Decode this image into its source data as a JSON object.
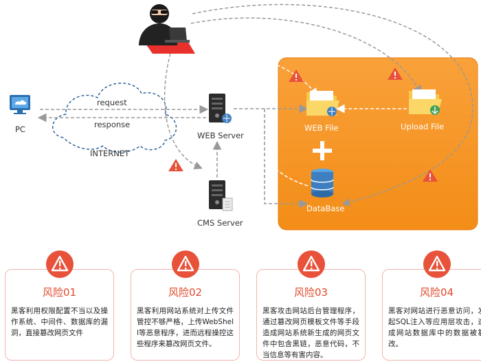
{
  "diagram": {
    "nodes": {
      "pc": "PC",
      "internet": "INTERNET",
      "web_server": "WEB Server",
      "cms_server": "CMS Server",
      "web_file": "WEB File",
      "upload_file": "Upload File",
      "database": "DataBase"
    },
    "edges": {
      "request": "request",
      "response": "response"
    },
    "colors": {
      "accent": "#f7941d",
      "danger": "#e8513a",
      "internet_border": "#1f5a96"
    }
  },
  "risks": [
    {
      "title": "风险01",
      "text": "黑客利用权限配置不当以及操作系统、中间件、数据库的漏洞，直接篡改网页文件"
    },
    {
      "title": "风险02",
      "text": "黑客利用网站系统对上传文件管控不够严格，上传WebShell等恶意程序，进而远程操控这些程序来篡改网页文件。"
    },
    {
      "title": "风险03",
      "text": "黑客攻击网站后台管理程序，通过篡改网页模板文件等手段造成网站系统新生成的网页文件中包含黑链，恶意代码，不当信息等有害内容。"
    },
    {
      "title": "风险04",
      "text": "黑客对网站进行恶意访问，发起SQL注入等应用层攻击，造成网站数据库中的数据被篡改。"
    }
  ]
}
